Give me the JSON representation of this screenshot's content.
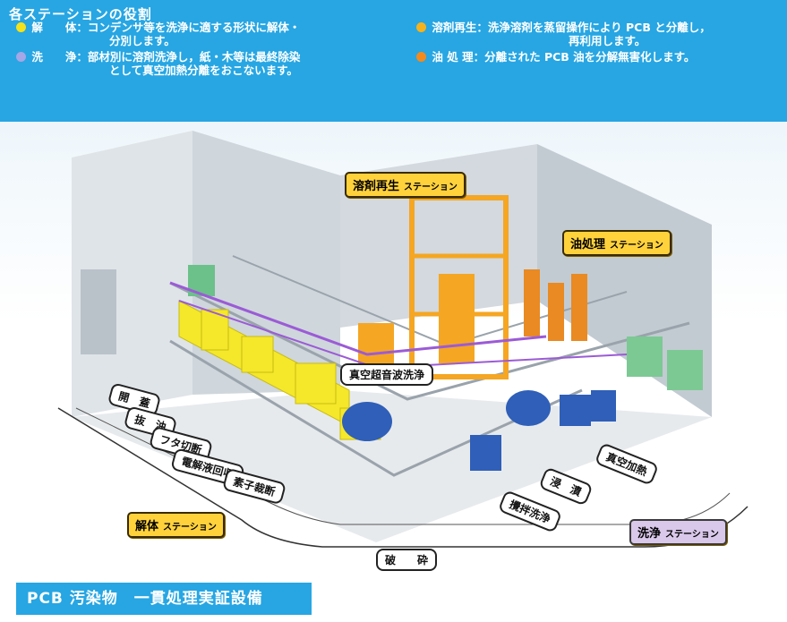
{
  "header": {
    "title": "各ステーションの役割",
    "roles": [
      {
        "name": "解　　体",
        "line1": "コンデンサ等を洗浄に適する形状に解体・",
        "line2": "分別します。",
        "dot": "#f3e21c"
      },
      {
        "name": "洗　　浄",
        "line1": "部材別に溶剤洗浄し，紙・木等は最終除染",
        "line2": "として真空加熱分離をおこないます。",
        "dot": "#a5a7e6"
      },
      {
        "name": "溶剤再生",
        "line1": "洗浄溶剤を蒸留操作により PCB と分離し，",
        "line2": "再利用します。",
        "dot": "#f6b21c"
      },
      {
        "name": "油 処 理",
        "line1": "分離された PCB 油を分解無害化します。",
        "line2": "",
        "dot": "#f48a1c"
      }
    ]
  },
  "stations": {
    "solvent": {
      "main": "溶剤再生",
      "sub": "ステーション"
    },
    "oil": {
      "main": "油処理",
      "sub": "ステーション"
    },
    "dismantle": {
      "main": "解体",
      "sub": "ステーション"
    },
    "wash": {
      "main": "洗浄",
      "sub": "ステーション"
    }
  },
  "process_labels": {
    "vacuum_ultrasonic": "真空超音波洗浄",
    "open_top": "開　蓋",
    "drain": "抜　油",
    "lid_cut": "フタ切断",
    "electrolyte_recovery": "電解液回収",
    "element_cut": "素子裁断",
    "crush": "破　　砕",
    "stir_wash": "攪拌洗浄",
    "immerse": "浸　漬",
    "vacuum_heat": "真空加熱"
  },
  "footer": {
    "title": "PCB 汚染物　一貫処理実証設備"
  },
  "colors": {
    "header_bg": "#27a6e3",
    "dismantle_yellow": "#f5e72a",
    "solvent_orange": "#f5a623",
    "wash_blue": "#2f5fb8",
    "oil_orange": "#e98a22",
    "label_yellow": "#ffd23c",
    "label_purple": "#d9c8ea",
    "pipe_purple": "#9b5bd6"
  }
}
